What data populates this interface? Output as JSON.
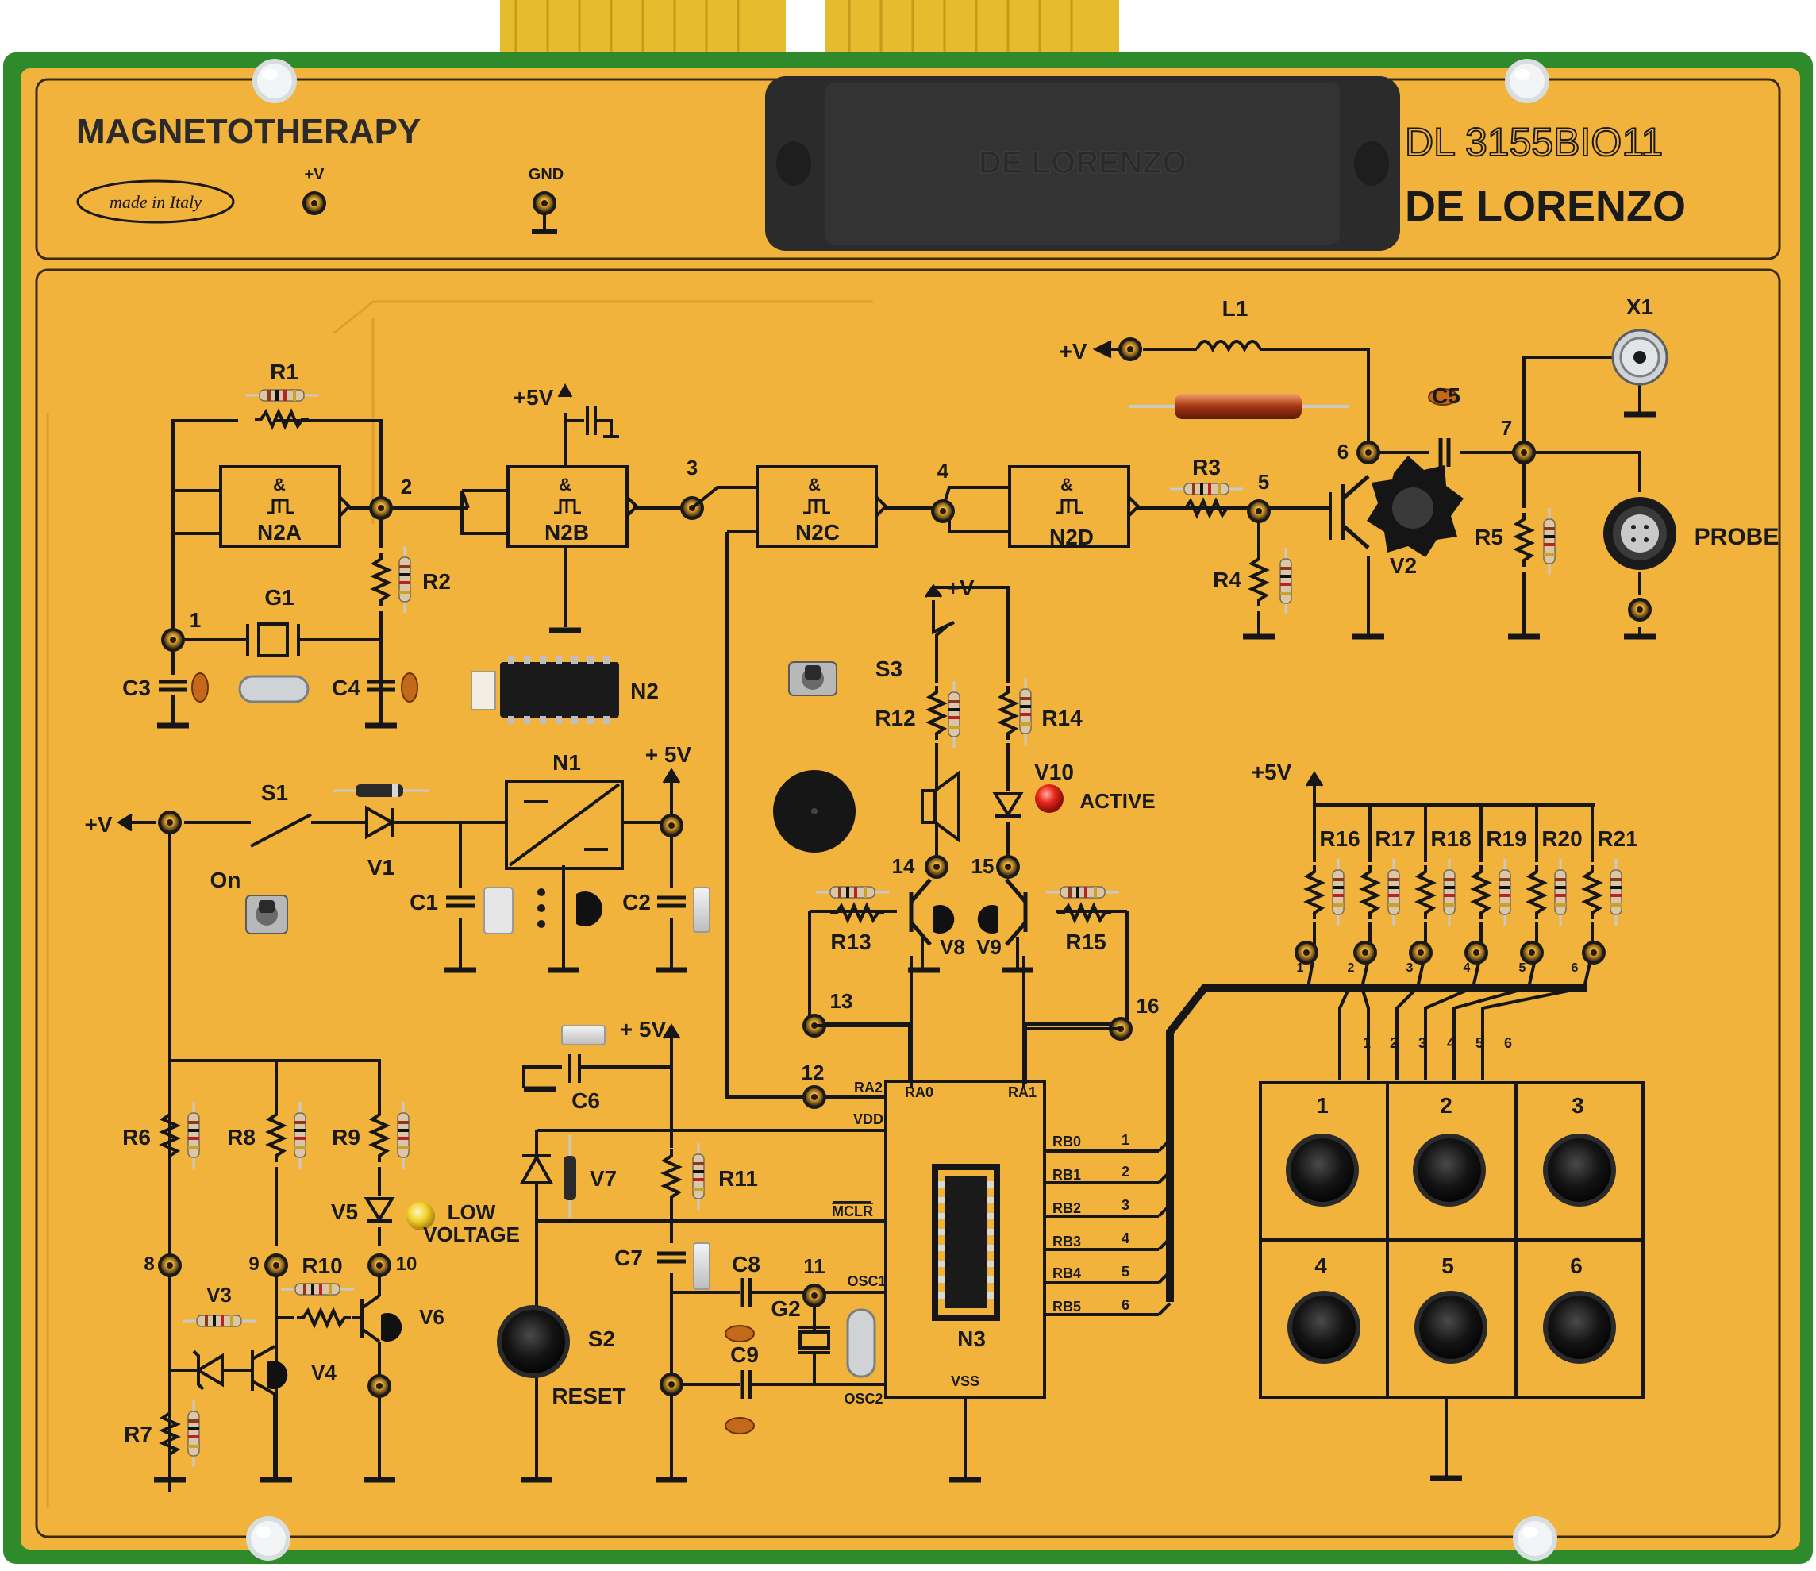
{
  "colors": {
    "pcb_green": "#2f8a2c",
    "panel_yellow": "#f2b33d",
    "trace_black": "#161616",
    "connector_gold": "#e7bb2e",
    "led_red": "#e8261a",
    "led_yellow": "#f2d02a",
    "label_black": "#1a1a1a"
  },
  "header": {
    "title": "MAGNETOTHERAPY",
    "made_in": "made in Italy",
    "plus_v": "+V",
    "gnd": "GND",
    "model": "DL 3155BIO11",
    "brand": "DE LORENZO",
    "cover_brand": "DE LORENZO"
  },
  "labels": {
    "R1": "R1",
    "R2": "R2",
    "G1": "G1",
    "C3": "C3",
    "C4": "C4",
    "N2A": "N2A",
    "N2B": "N2B",
    "N2C": "N2C",
    "N2D": "N2D",
    "N2": "N2",
    "amp": "&",
    "plus5v_top": "+5V",
    "n1": "1",
    "n2": "2",
    "n3": "3",
    "n4": "4",
    "n5": "5",
    "n6": "6",
    "n7": "7",
    "R3": "R3",
    "R4": "R4",
    "R5": "R5",
    "L1": "L1",
    "C5": "C5",
    "X1": "X1",
    "PROBE": "PROBE",
    "V2": "V2",
    "plus_v_L1": "+V",
    "S3": "S3",
    "plus_v_S3": "+V",
    "R12": "R12",
    "R14": "R14",
    "V10": "V10",
    "ACTIVE": "ACTIVE",
    "n14": "14",
    "n15": "15",
    "R13": "R13",
    "R15": "R15",
    "V8": "V8",
    "V9": "V9",
    "n13": "13",
    "n16": "16",
    "n12": "12",
    "plus_v_S1": "+V",
    "S1": "S1",
    "On": "On",
    "V1": "V1",
    "N1": "N1",
    "C1": "C1",
    "C2": "C2",
    "plus5v_mid": "+ 5V",
    "R6": "R6",
    "R8": "R8",
    "R9": "R9",
    "V5": "V5",
    "LOW": "LOW",
    "VOLTAGE": "VOLTAGE",
    "n8": "8",
    "n9": "9",
    "n10": "10",
    "R10": "R10",
    "V3": "V3",
    "V4": "V4",
    "V6": "V6",
    "R7": "R7",
    "plus5v_c6": "+ 5V",
    "C6": "C6",
    "V7": "V7",
    "R11": "R11",
    "C7": "C7",
    "C8": "C8",
    "n11": "11",
    "G2": "G2",
    "C9": "C9",
    "S2": "S2",
    "RESET": "RESET",
    "N3": "N3",
    "RA2": "RA2",
    "RA0": "RA0",
    "RA1": "RA1",
    "VDD": "VDD",
    "MCLR": "MCLR",
    "OSC1": "OSC1",
    "OSC2": "OSC2",
    "VSS": "VSS",
    "RB0": "RB0",
    "RB1": "RB1",
    "RB2": "RB2",
    "RB3": "RB3",
    "RB4": "RB4",
    "RB5": "RB5",
    "rb_n1": "1",
    "rb_n2": "2",
    "rb_n3": "3",
    "rb_n4": "4",
    "rb_n5": "5",
    "rb_n6": "6",
    "plus5v_right": "+5V",
    "R16": "R16",
    "R17": "R17",
    "R18": "R18",
    "R19": "R19",
    "R20": "R20",
    "R21": "R21",
    "k1": "1",
    "k2": "2",
    "k3": "3",
    "k4": "4",
    "k5": "5",
    "k6": "6",
    "pin1": "1",
    "pin2": "2",
    "pin3": "3",
    "pin4": "4",
    "pin5": "5",
    "pin6": "6",
    "bus1": "1",
    "bus2": "2",
    "bus3": "3",
    "bus4": "4",
    "bus5": "5",
    "bus6": "6"
  }
}
